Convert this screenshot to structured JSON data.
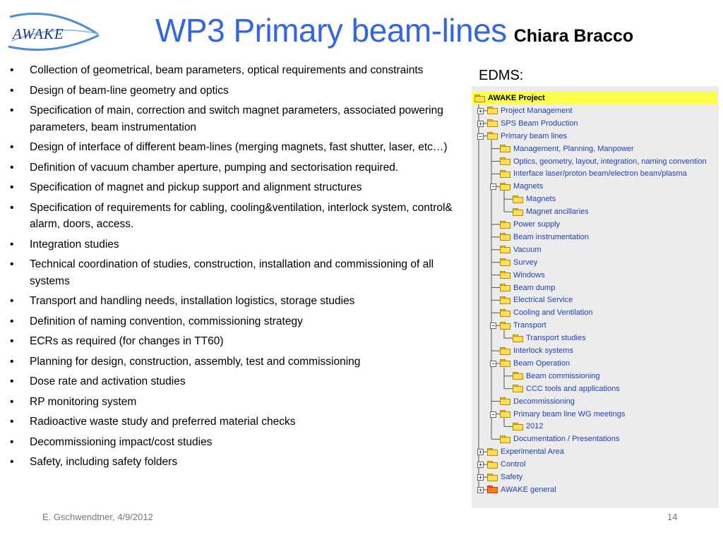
{
  "logo_text": "AWAKE",
  "title": {
    "main": "WP3 Primary beam-lines",
    "author": "Chiara Bracco"
  },
  "bullets": [
    "Collection of geometrical, beam parameters, optical requirements and constraints",
    "Design of beam-line geometry and optics",
    "Specification of main, correction and switch magnet parameters, associated powering parameters, beam instrumentation",
    "Design of interface of different beam-lines (merging magnets, fast shutter, laser, etc…)",
    "Definition of vacuum chamber aperture, pumping and sectorisation required.",
    "Specification of magnet and pickup support and alignment structures",
    "Specification of requirements for cabling, cooling&ventilation, interlock system, control& alarm, doors, access.",
    "Integration studies",
    "Technical coordination of studies, construction, installation and commissioning of all systems",
    "Transport and handling needs, installation logistics, storage studies",
    "Definition of naming convention, commissioning strategy",
    "ECRs as required (for changes in TT60)",
    "Planning for design, construction, assembly, test and commissioning",
    "Dose rate and activation studies",
    "RP monitoring system",
    "Radioactive waste study and preferred material checks",
    "Decommissioning impact/cost studies",
    "Safety, including safety folders"
  ],
  "edms_label": "EDMS:",
  "tree": [
    {
      "label": "AWAKE Project",
      "level": 0,
      "selected": true
    },
    {
      "label": "Project Management",
      "level": 1,
      "expander": "+"
    },
    {
      "label": "SPS Beam Production",
      "level": 1,
      "expander": "+"
    },
    {
      "label": "Primary beam lines",
      "level": 1,
      "expander": "-"
    },
    {
      "label": "Management, Planning, Manpower",
      "level": 2
    },
    {
      "label": "Optics, geometry, layout, integration, naming convention",
      "level": 2
    },
    {
      "label": "Interface laser/proton beam/electron beam/plasma",
      "level": 2
    },
    {
      "label": "Magnets",
      "level": 2,
      "expander": "-"
    },
    {
      "label": "Magnets",
      "level": 3
    },
    {
      "label": "Magnet ancillaries",
      "level": 3
    },
    {
      "label": "Power supply",
      "level": 2
    },
    {
      "label": "Beam instrumentation",
      "level": 2
    },
    {
      "label": "Vacuum",
      "level": 2
    },
    {
      "label": "Survey",
      "level": 2
    },
    {
      "label": "Windows",
      "level": 2
    },
    {
      "label": "Beam dump",
      "level": 2
    },
    {
      "label": "Electrical Service",
      "level": 2
    },
    {
      "label": "Cooling and Ventilation",
      "level": 2
    },
    {
      "label": "Transport",
      "level": 2,
      "expander": "-"
    },
    {
      "label": "Transport studies",
      "level": 3
    },
    {
      "label": "Interlock systems",
      "level": 2
    },
    {
      "label": "Beam Operation",
      "level": 2,
      "expander": "-"
    },
    {
      "label": "Beam commissioning",
      "level": 3
    },
    {
      "label": "CCC tools and applications",
      "level": 3
    },
    {
      "label": "Decommissioning",
      "level": 2
    },
    {
      "label": "Primary beam line WG meetings",
      "level": 2,
      "expander": "-"
    },
    {
      "label": "2012",
      "level": 3
    },
    {
      "label": "Documentation / Presentations",
      "level": 2
    },
    {
      "label": "Experimental Area",
      "level": 1,
      "expander": "+"
    },
    {
      "label": "Control",
      "level": 1,
      "expander": "+"
    },
    {
      "label": "Safety",
      "level": 1,
      "expander": "+"
    },
    {
      "label": "AWAKE general",
      "level": 1,
      "expander": "+",
      "folder": "orange"
    }
  ],
  "footer": {
    "left": "E. Gschwendtner, 4/9/2012",
    "right": "14"
  }
}
